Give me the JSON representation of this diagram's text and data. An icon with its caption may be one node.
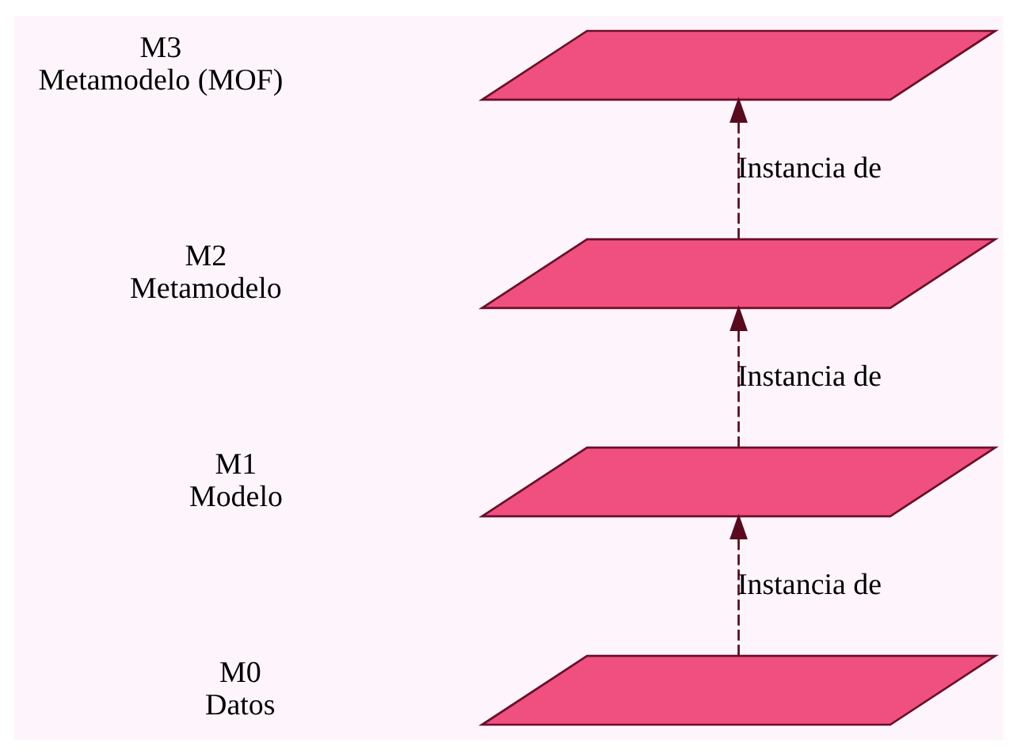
{
  "diagram": {
    "nodes": [
      {
        "text": [],
        "shape": "parallelogram",
        "beside": [
          "M3",
          "Metamodelo (MOF)"
        ]
      },
      {
        "text": [],
        "shape": "parallelogram",
        "beside": [
          "M2",
          "Metamodelo"
        ]
      },
      {
        "text": [],
        "shape": "parallelogram",
        "beside": [
          "M1",
          "Modelo"
        ]
      },
      {
        "text": [],
        "shape": "parallelogram",
        "beside": [
          "M0",
          "Datos"
        ]
      }
    ],
    "edges": [
      {
        "from": 1,
        "to": 0,
        "arrow": "to",
        "label": "Instancia de",
        "style": "dashed"
      },
      {
        "from": 2,
        "to": 1,
        "arrow": "to",
        "label": "Instancia de",
        "style": "dashed"
      },
      {
        "from": 3,
        "to": 2,
        "arrow": "to",
        "label": "Instancia de",
        "style": "dashed"
      }
    ]
  }
}
